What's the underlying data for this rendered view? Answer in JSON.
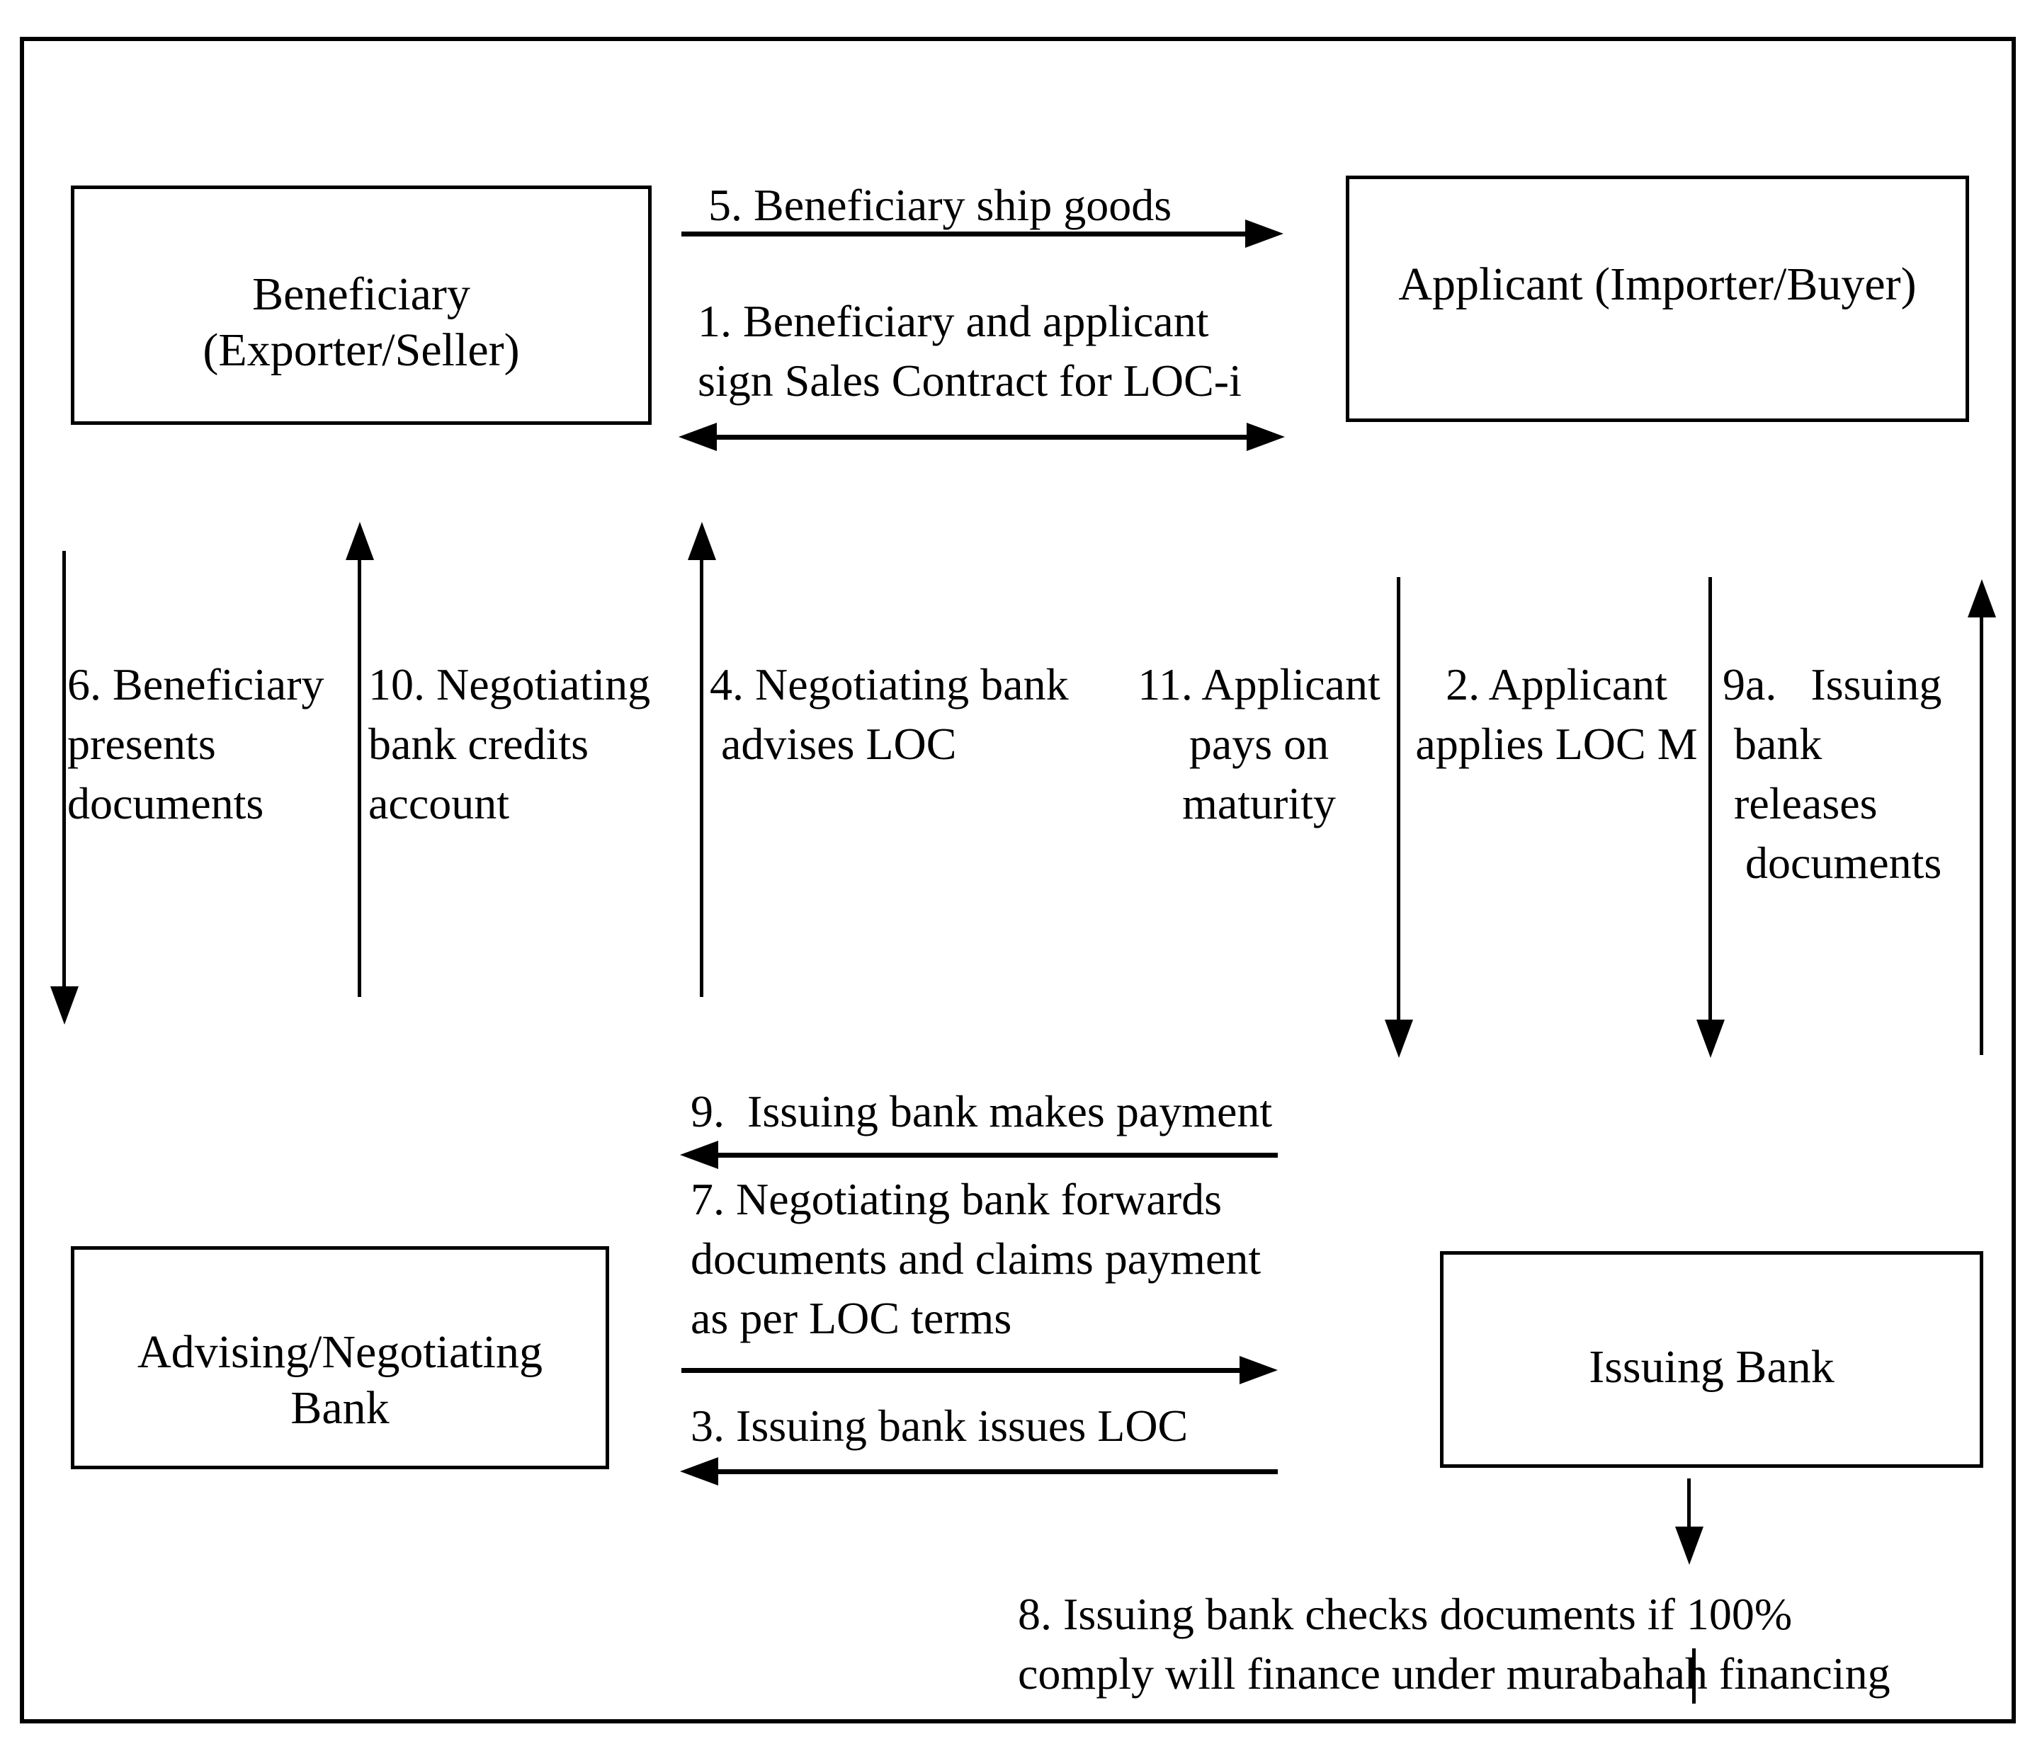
{
  "boxes": {
    "beneficiary": "Beneficiary\n(Exporter/Seller)",
    "applicant": "Applicant (Importer/Buyer)",
    "advising_bank": "Advising/Negotiating\nBank",
    "issuing_bank": "Issuing Bank"
  },
  "flows": {
    "step5": "5. Beneficiary ship goods",
    "step1": "1. Beneficiary and applicant\nsign Sales Contract for LOC-i",
    "step6": "6. Beneficiary\npresents\ndocuments",
    "step10": "10. Negotiating\nbank credits\naccount",
    "step4": "4. Negotiating bank\n advises LOC",
    "step11": "11. Applicant\npays on\nmaturity",
    "step2": "2. Applicant\napplies LOC M",
    "step9a": "9a.   Issuing\n bank\n releases\n  documents",
    "step9": "9.  Issuing bank makes payment",
    "step7": "7. Negotiating bank forwards\ndocuments and claims payment\nas per LOC terms",
    "step3": "3. Issuing bank issues LOC",
    "step8": "8. Issuing bank checks documents if 100%\ncomply will finance under murabahah financing"
  },
  "colors": {
    "ink": "#000000",
    "paper": "#ffffff"
  }
}
